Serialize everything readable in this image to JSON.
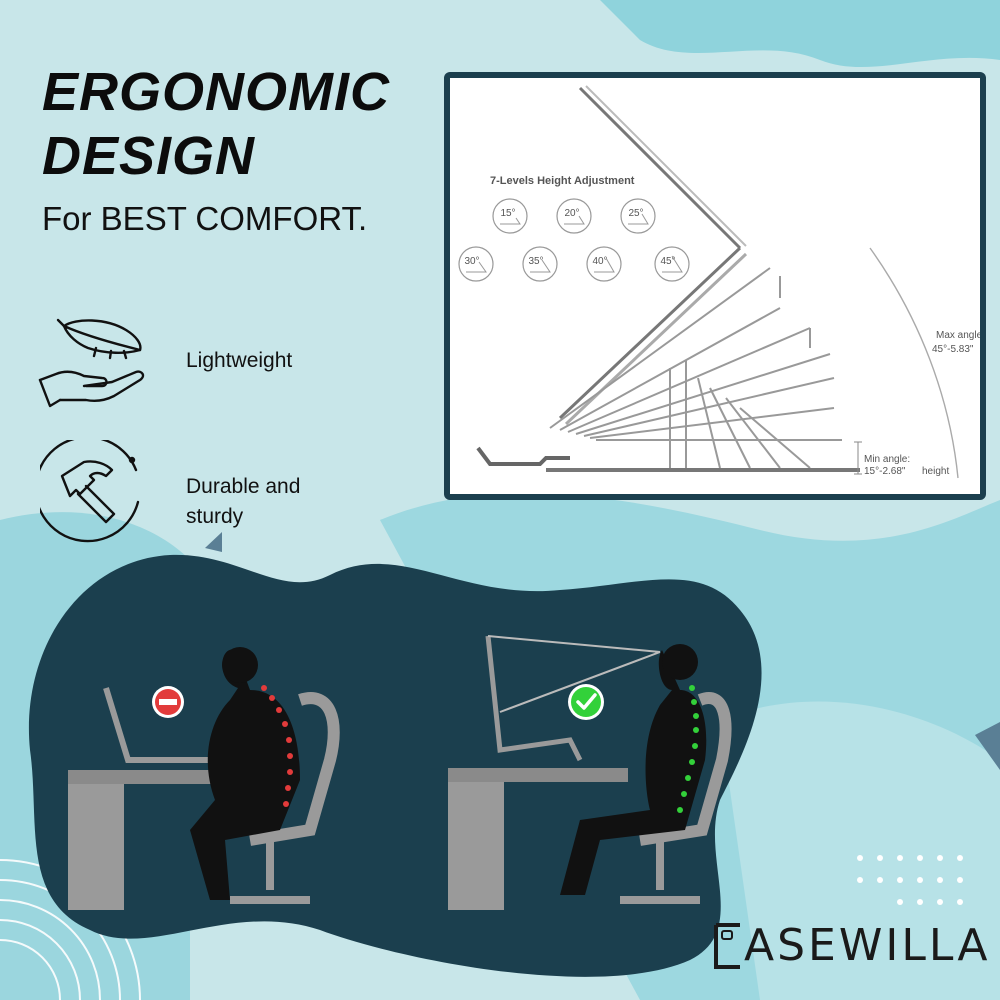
{
  "headline": {
    "line1": "ERGONOMIC",
    "line2": "DESIGN"
  },
  "subhead": "For BEST COMFORT.",
  "features": [
    {
      "label": "Lightweight",
      "icon": "feather-hand-icon"
    },
    {
      "label_line1": "Durable and",
      "label_line2": "sturdy",
      "icon": "hammer-icon"
    }
  ],
  "diagram": {
    "title": "7-Levels Height Adjustment",
    "angles": [
      "15°",
      "20°",
      "25°",
      "30°",
      "35°",
      "40°",
      "45°"
    ],
    "max_angle_label": "Max angle",
    "max_angle_value": "45°-5.83\"",
    "min_angle_label": "Min angle:",
    "min_angle_value": "15°-2.68\"",
    "height_label": "height"
  },
  "posture": {
    "bad_indicator": "no-entry-icon",
    "good_indicator": "check-icon"
  },
  "brand": {
    "first_letter": "C",
    "rest": "ASEWILLA"
  },
  "colors": {
    "background": "#c8e6e9",
    "blob": "#1b3f4e",
    "accent_teal": "#8fd3dc",
    "bad": "#e23b3b",
    "good": "#33d13a"
  }
}
